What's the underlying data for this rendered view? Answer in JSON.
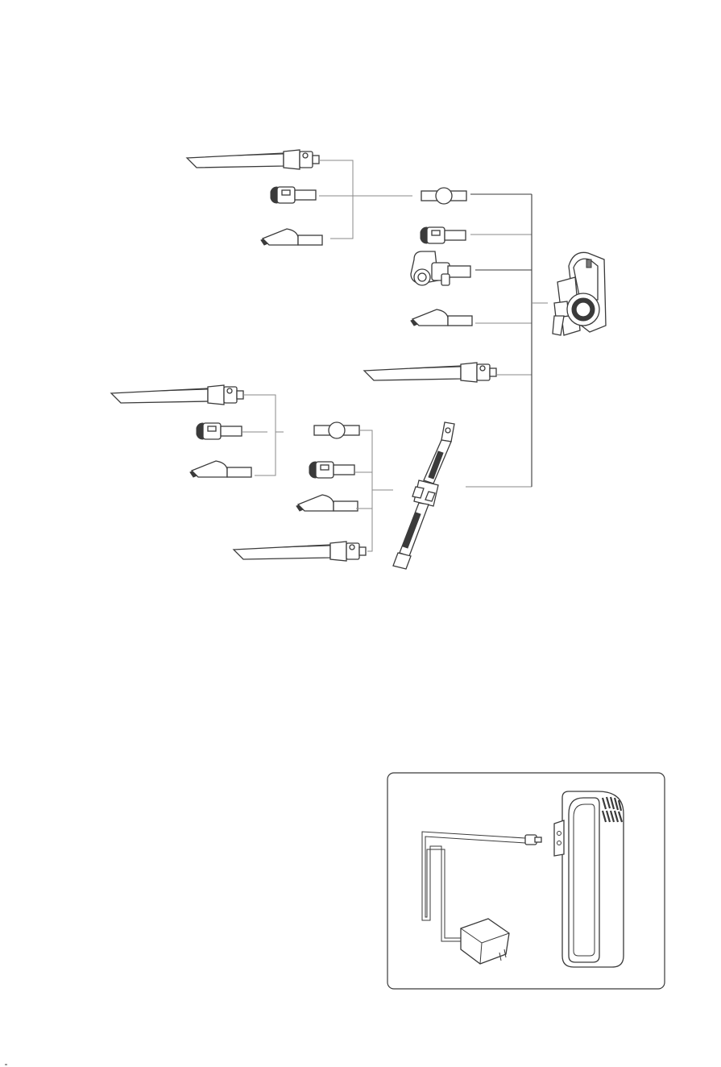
{
  "diagram": {
    "kind": "vacuum-accessory-compatibility-tree",
    "root_device": "handheld-stick-vacuum",
    "accessory_groups": [
      {
        "via": "adapter",
        "parts": [
          "crevice-tool",
          "dusting-brush",
          "upholstery-brush"
        ]
      },
      {
        "via": "direct",
        "parts": [
          "adapter",
          "dusting-brush",
          "motorized-mini-brush",
          "upholstery-brush",
          "crevice-tool",
          "extension-wand"
        ]
      },
      {
        "via": "extension-wand",
        "parts": [
          "adapter",
          "dusting-brush",
          "upholstery-brush",
          "crevice-tool"
        ]
      },
      {
        "via": "wand-adapter",
        "parts": [
          "crevice-tool",
          "dusting-brush",
          "upholstery-brush"
        ]
      }
    ],
    "box_contents": [
      "charging-adapter-with-cable",
      "charging-dock"
    ]
  },
  "colors": {
    "line": "#3a3a3a",
    "connector": "#8a8a8a",
    "background": "#ffffff"
  }
}
